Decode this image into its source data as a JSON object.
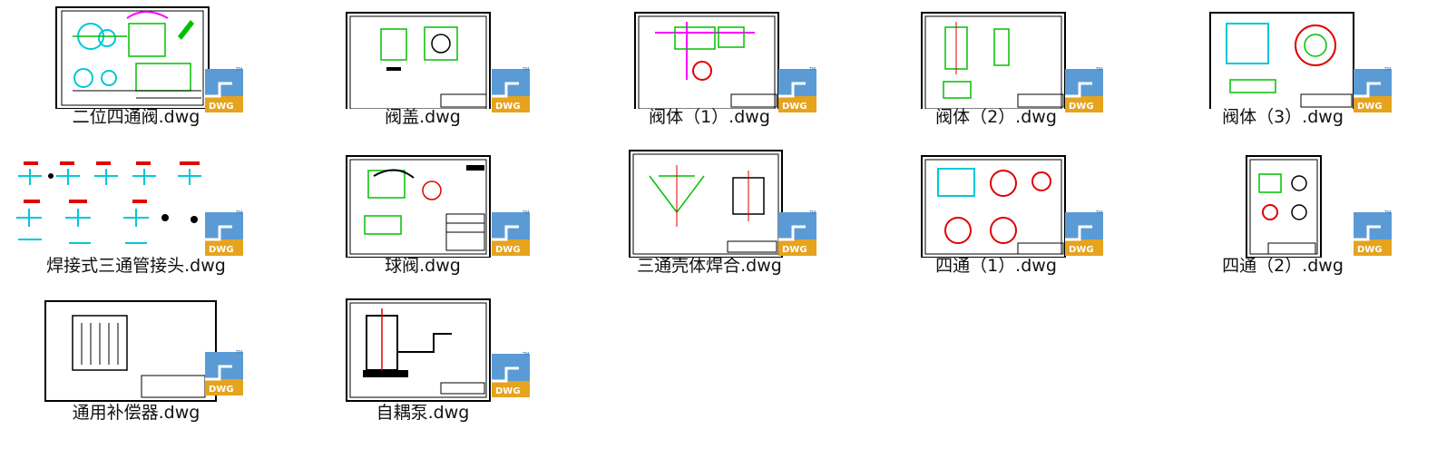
{
  "window": {
    "view": "large-icons"
  },
  "files": [
    {
      "name": "二位四通阀.dwg",
      "thumb": "valve4"
    },
    {
      "name": "阀盖.dwg",
      "thumb": "cover"
    },
    {
      "name": "阀体（1）.dwg",
      "thumb": "body1"
    },
    {
      "name": "阀体（2）.dwg",
      "thumb": "body2"
    },
    {
      "name": "阀体（3）.dwg",
      "thumb": "body3"
    },
    {
      "name": "焊接式三通管接头.dwg",
      "thumb": "tees"
    },
    {
      "name": "球阀.dwg",
      "thumb": "ball"
    },
    {
      "name": "三通壳体焊合.dwg",
      "thumb": "tee-weld"
    },
    {
      "name": "四通（1）.dwg",
      "thumb": "cross1"
    },
    {
      "name": "四通（2）.dwg",
      "thumb": "cross2"
    },
    {
      "name": "通用补偿器.dwg",
      "thumb": "comp"
    },
    {
      "name": "自耦泵.dwg",
      "thumb": "pump"
    }
  ],
  "badge": {
    "text": "DWG",
    "tm": "TM",
    "blue": "#5b9bd5",
    "gold": "#e6a31e"
  },
  "colors": {
    "cyan": "#00c8d8",
    "green": "#00c000",
    "magenta": "#ff00ff",
    "red": "#e00000",
    "ink": "#000000"
  }
}
